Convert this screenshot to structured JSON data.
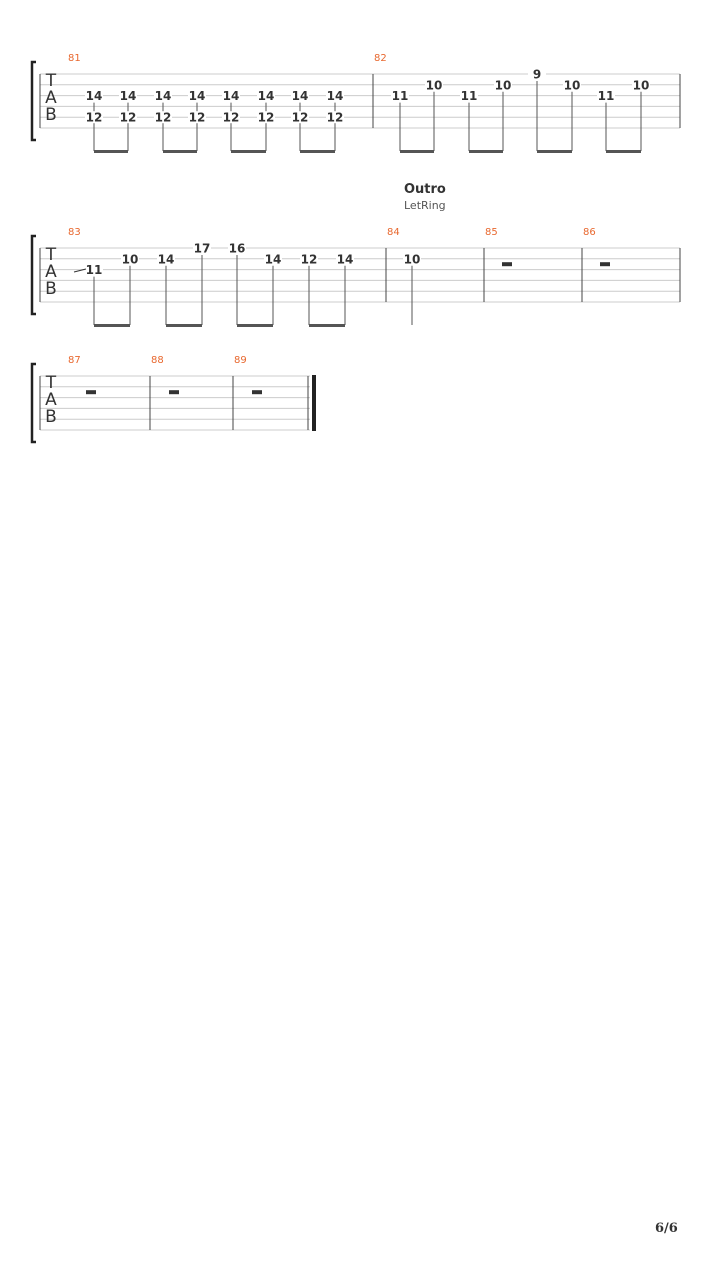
{
  "colors": {
    "bar_number": "#e8682f",
    "line": "#cccccc",
    "ink": "#333333",
    "barline": "#444444"
  },
  "tab_clef": [
    "T",
    "A",
    "B"
  ],
  "section": {
    "title": "Outro",
    "subtitle": "LetRing"
  },
  "page_number": "6/6",
  "systems": [
    {
      "bars": [
        {
          "number": "81",
          "notes": [
            {
              "string": 2,
              "fret": "14"
            },
            {
              "string": 4,
              "fret": "12"
            },
            {
              "string": 2,
              "fret": "14"
            },
            {
              "string": 4,
              "fret": "12"
            },
            {
              "string": 2,
              "fret": "14"
            },
            {
              "string": 4,
              "fret": "12"
            },
            {
              "string": 2,
              "fret": "14"
            },
            {
              "string": 4,
              "fret": "12"
            },
            {
              "string": 2,
              "fret": "14"
            },
            {
              "string": 4,
              "fret": "12"
            },
            {
              "string": 2,
              "fret": "14"
            },
            {
              "string": 4,
              "fret": "12"
            },
            {
              "string": 2,
              "fret": "14"
            },
            {
              "string": 4,
              "fret": "12"
            },
            {
              "string": 2,
              "fret": "14"
            },
            {
              "string": 4,
              "fret": "12"
            }
          ]
        },
        {
          "number": "82",
          "notes": [
            {
              "string": 2,
              "fret": "11"
            },
            {
              "string": 1,
              "fret": "10"
            },
            {
              "string": 2,
              "fret": "11"
            },
            {
              "string": 1,
              "fret": "10"
            },
            {
              "string": 0,
              "fret": "9"
            },
            {
              "string": 1,
              "fret": "10"
            },
            {
              "string": 2,
              "fret": "11"
            },
            {
              "string": 1,
              "fret": "10"
            }
          ]
        }
      ]
    },
    {
      "bars": [
        {
          "number": "83",
          "notes": [
            {
              "string": 2,
              "fret": "11"
            },
            {
              "string": 1,
              "fret": "10"
            },
            {
              "string": 1,
              "fret": "14"
            },
            {
              "string": 0,
              "fret": "17"
            },
            {
              "string": 0,
              "fret": "16"
            },
            {
              "string": 1,
              "fret": "14"
            },
            {
              "string": 1,
              "fret": "12"
            },
            {
              "string": 1,
              "fret": "14"
            }
          ]
        },
        {
          "number": "84",
          "notes": [
            {
              "string": 1,
              "fret": "10"
            }
          ]
        },
        {
          "number": "85",
          "notes": []
        },
        {
          "number": "86",
          "notes": []
        }
      ]
    },
    {
      "bars": [
        {
          "number": "87",
          "notes": []
        },
        {
          "number": "88",
          "notes": []
        },
        {
          "number": "89",
          "notes": []
        }
      ]
    }
  ]
}
